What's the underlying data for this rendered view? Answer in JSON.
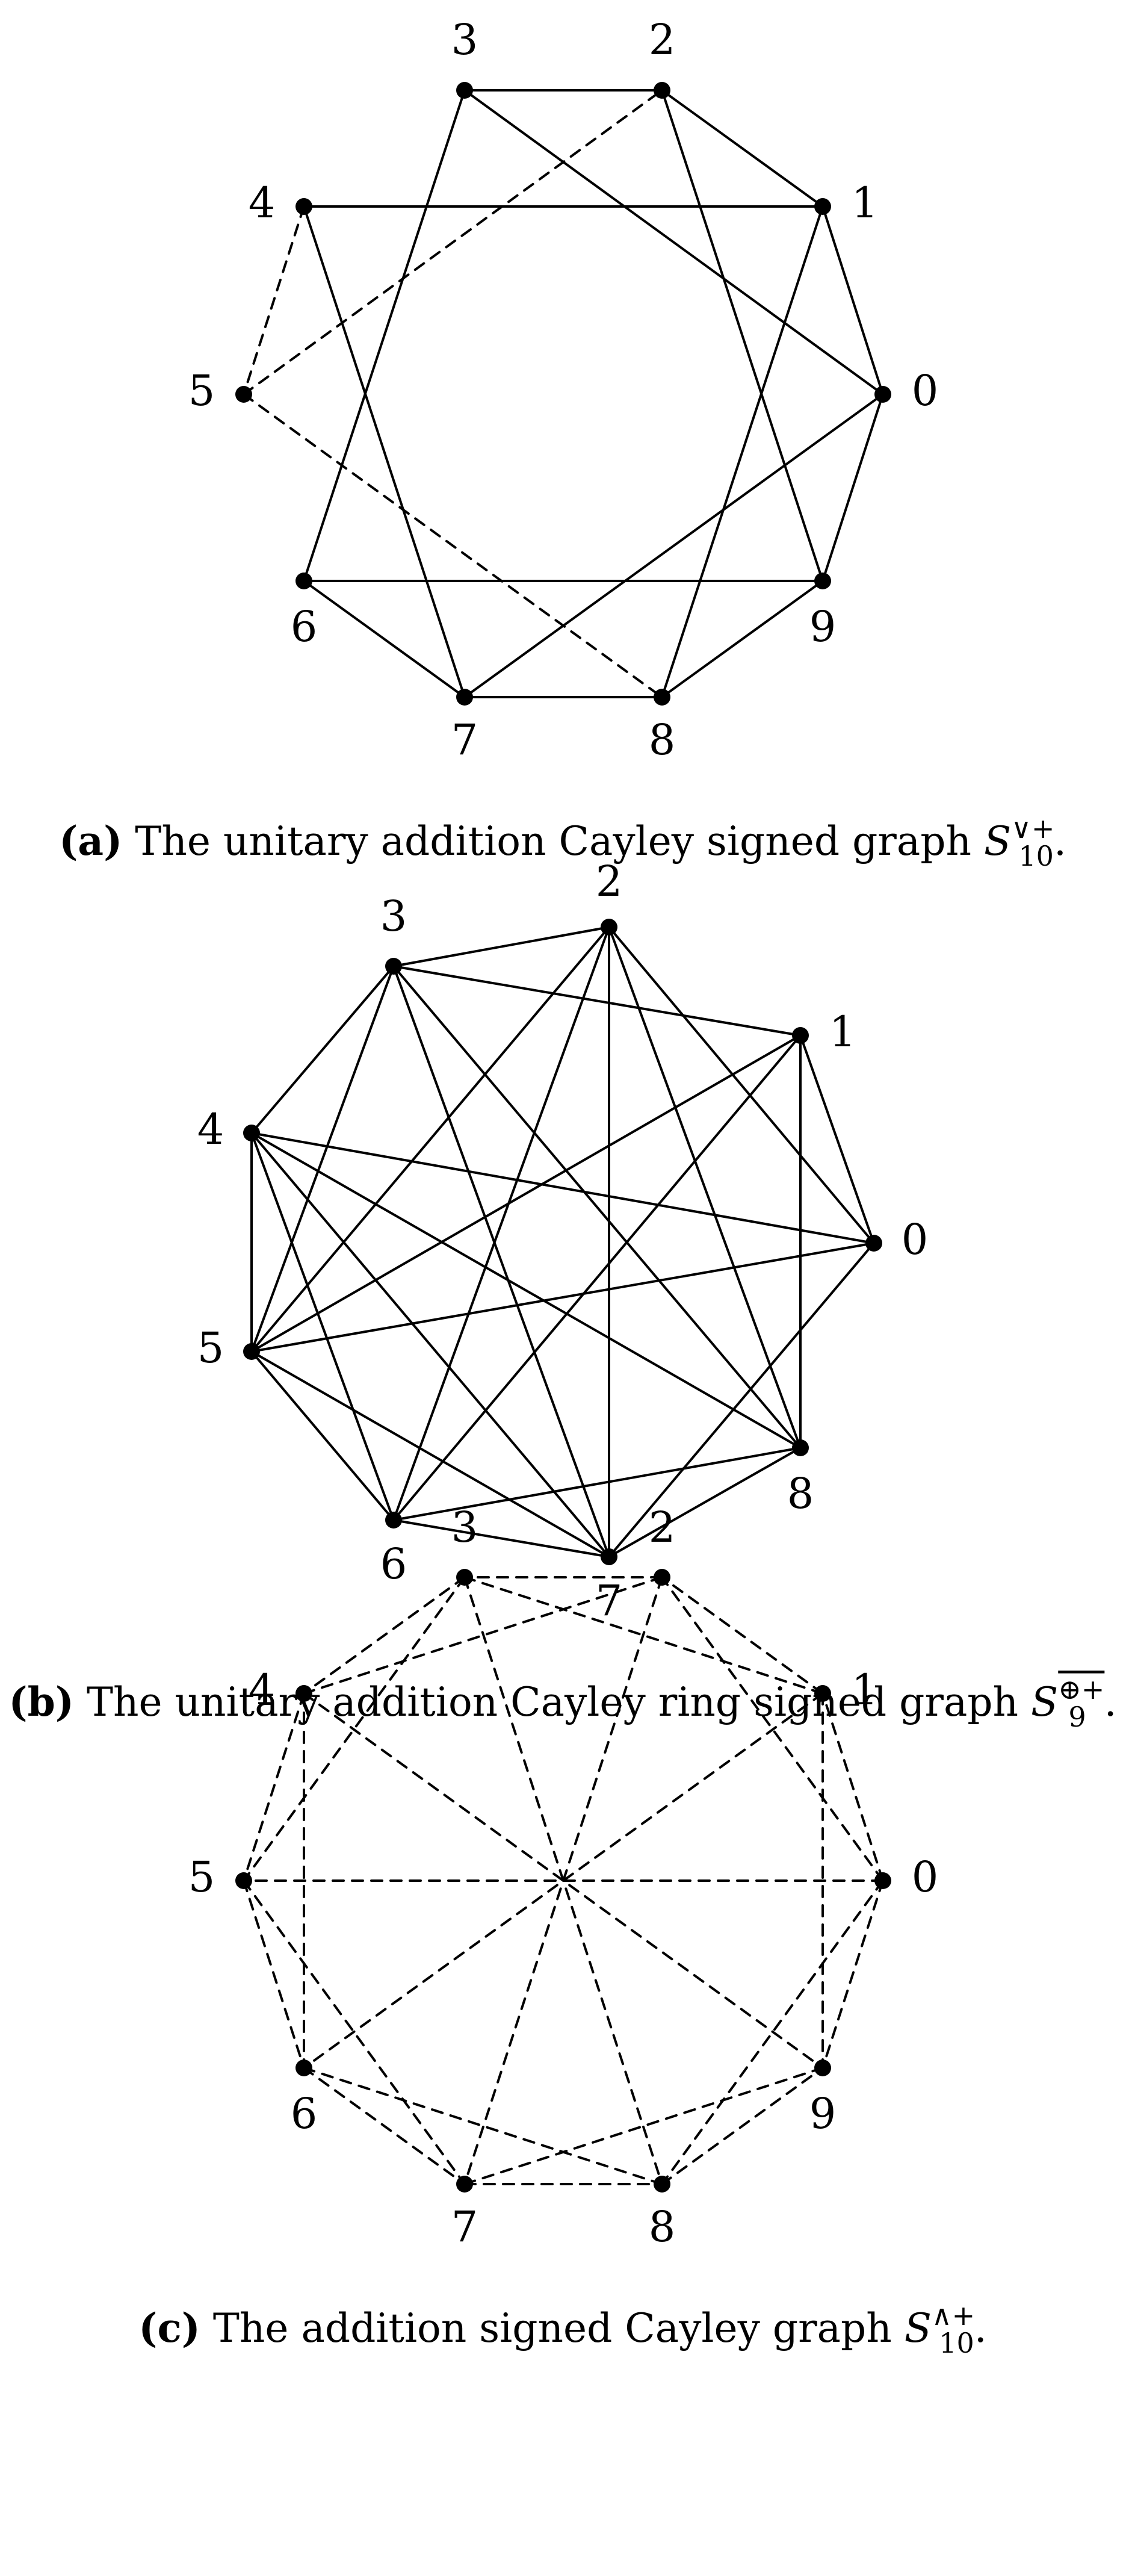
{
  "diagrams": [
    {
      "id": "a",
      "caption": {
        "tag": "(a)",
        "text": " The unitary addition Cayley signed graph ",
        "symbol_base": "S",
        "symbol_sup": "∨+",
        "symbol_sub": "10",
        "end": "."
      },
      "nodes": [
        "0",
        "1",
        "2",
        "3",
        "4",
        "5",
        "6",
        "7",
        "8",
        "9"
      ],
      "edges": [
        {
          "from": "0",
          "to": "1",
          "sign": "+"
        },
        {
          "from": "1",
          "to": "2",
          "sign": "+"
        },
        {
          "from": "2",
          "to": "3",
          "sign": "+"
        },
        {
          "from": "1",
          "to": "4",
          "sign": "+"
        },
        {
          "from": "3",
          "to": "0",
          "sign": "+"
        },
        {
          "from": "3",
          "to": "6",
          "sign": "+"
        },
        {
          "from": "4",
          "to": "7",
          "sign": "+"
        },
        {
          "from": "2",
          "to": "9",
          "sign": "+"
        },
        {
          "from": "1",
          "to": "8",
          "sign": "+"
        },
        {
          "from": "0",
          "to": "9",
          "sign": "+"
        },
        {
          "from": "0",
          "to": "7",
          "sign": "+"
        },
        {
          "from": "6",
          "to": "9",
          "sign": "+"
        },
        {
          "from": "6",
          "to": "7",
          "sign": "+"
        },
        {
          "from": "7",
          "to": "8",
          "sign": "+"
        },
        {
          "from": "8",
          "to": "9",
          "sign": "+"
        },
        {
          "from": "4",
          "to": "5",
          "sign": "-"
        },
        {
          "from": "5",
          "to": "2",
          "sign": "-"
        },
        {
          "from": "5",
          "to": "8",
          "sign": "-"
        }
      ]
    },
    {
      "id": "b",
      "caption": {
        "tag": "(b)",
        "text": " The unitary addition Cayley ring signed graph ",
        "symbol_base": "S",
        "symbol_sup": "⊕+",
        "symbol_sub": "9",
        "end": "."
      },
      "nodes": [
        "0",
        "1",
        "2",
        "3",
        "4",
        "5",
        "6",
        "7",
        "8"
      ],
      "edges": [
        {
          "from": "0",
          "to": "1",
          "sign": "+"
        },
        {
          "from": "0",
          "to": "2",
          "sign": "+"
        },
        {
          "from": "0",
          "to": "4",
          "sign": "+"
        },
        {
          "from": "0",
          "to": "5",
          "sign": "+"
        },
        {
          "from": "0",
          "to": "7",
          "sign": "+"
        },
        {
          "from": "1",
          "to": "3",
          "sign": "+"
        },
        {
          "from": "1",
          "to": "5",
          "sign": "+"
        },
        {
          "from": "1",
          "to": "6",
          "sign": "+"
        },
        {
          "from": "1",
          "to": "8",
          "sign": "+"
        },
        {
          "from": "2",
          "to": "3",
          "sign": "+"
        },
        {
          "from": "2",
          "to": "5",
          "sign": "+"
        },
        {
          "from": "2",
          "to": "6",
          "sign": "+"
        },
        {
          "from": "2",
          "to": "7",
          "sign": "+"
        },
        {
          "from": "2",
          "to": "8",
          "sign": "+"
        },
        {
          "from": "3",
          "to": "4",
          "sign": "+"
        },
        {
          "from": "3",
          "to": "5",
          "sign": "+"
        },
        {
          "from": "3",
          "to": "7",
          "sign": "+"
        },
        {
          "from": "3",
          "to": "8",
          "sign": "+"
        },
        {
          "from": "4",
          "to": "5",
          "sign": "+"
        },
        {
          "from": "4",
          "to": "6",
          "sign": "+"
        },
        {
          "from": "4",
          "to": "7",
          "sign": "+"
        },
        {
          "from": "4",
          "to": "8",
          "sign": "+"
        },
        {
          "from": "5",
          "to": "6",
          "sign": "+"
        },
        {
          "from": "5",
          "to": "7",
          "sign": "+"
        },
        {
          "from": "6",
          "to": "7",
          "sign": "+"
        },
        {
          "from": "6",
          "to": "8",
          "sign": "+"
        },
        {
          "from": "7",
          "to": "8",
          "sign": "+"
        }
      ]
    },
    {
      "id": "c",
      "caption": {
        "tag": "(c)",
        "text": " The addition signed Cayley graph ",
        "symbol_base": "S",
        "symbol_sup": "∧+",
        "symbol_sub": "10",
        "end": "."
      },
      "nodes": [
        "0",
        "1",
        "2",
        "3",
        "4",
        "5",
        "6",
        "7",
        "8",
        "9"
      ],
      "edges": [
        {
          "from": "0",
          "to": "1",
          "sign": "-"
        },
        {
          "from": "0",
          "to": "2",
          "sign": "-"
        },
        {
          "from": "0",
          "to": "8",
          "sign": "-"
        },
        {
          "from": "0",
          "to": "9",
          "sign": "-"
        },
        {
          "from": "1",
          "to": "2",
          "sign": "-"
        },
        {
          "from": "1",
          "to": "3",
          "sign": "-"
        },
        {
          "from": "1",
          "to": "9",
          "sign": "-"
        },
        {
          "from": "2",
          "to": "3",
          "sign": "-"
        },
        {
          "from": "2",
          "to": "4",
          "sign": "-"
        },
        {
          "from": "3",
          "to": "4",
          "sign": "-"
        },
        {
          "from": "3",
          "to": "5",
          "sign": "-"
        },
        {
          "from": "4",
          "to": "5",
          "sign": "-"
        },
        {
          "from": "4",
          "to": "6",
          "sign": "-"
        },
        {
          "from": "5",
          "to": "6",
          "sign": "-"
        },
        {
          "from": "5",
          "to": "7",
          "sign": "-"
        },
        {
          "from": "6",
          "to": "7",
          "sign": "-"
        },
        {
          "from": "6",
          "to": "8",
          "sign": "-"
        },
        {
          "from": "7",
          "to": "8",
          "sign": "-"
        },
        {
          "from": "7",
          "to": "9",
          "sign": "-"
        },
        {
          "from": "8",
          "to": "9",
          "sign": "-"
        },
        {
          "from": "0",
          "to": "5",
          "sign": "-"
        },
        {
          "from": "1",
          "to": "6",
          "sign": "-"
        },
        {
          "from": "2",
          "to": "7",
          "sign": "-"
        },
        {
          "from": "3",
          "to": "8",
          "sign": "-"
        },
        {
          "from": "4",
          "to": "9",
          "sign": "-"
        }
      ]
    }
  ]
}
